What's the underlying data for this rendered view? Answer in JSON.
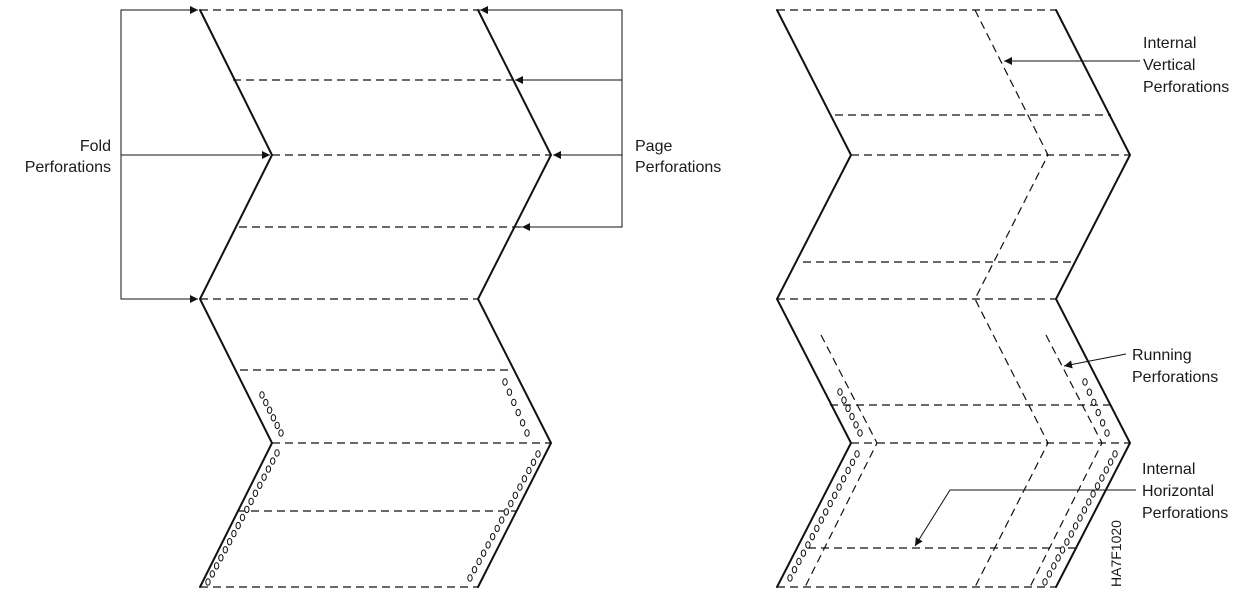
{
  "labels": {
    "fold_line1": "Fold",
    "fold_line2": "Perforations",
    "page_line1": "Page",
    "page_line2": "Perforations",
    "ivert_line1": "Internal",
    "ivert_line2": "Vertical",
    "ivert_line3": "Perforations",
    "running_line1": "Running",
    "running_line2": "Perforations",
    "ihoriz_line1": "Internal",
    "ihoriz_line2": "Horizontal",
    "ihoriz_line3": "Perforations",
    "figure_id": "HA7F1020"
  }
}
